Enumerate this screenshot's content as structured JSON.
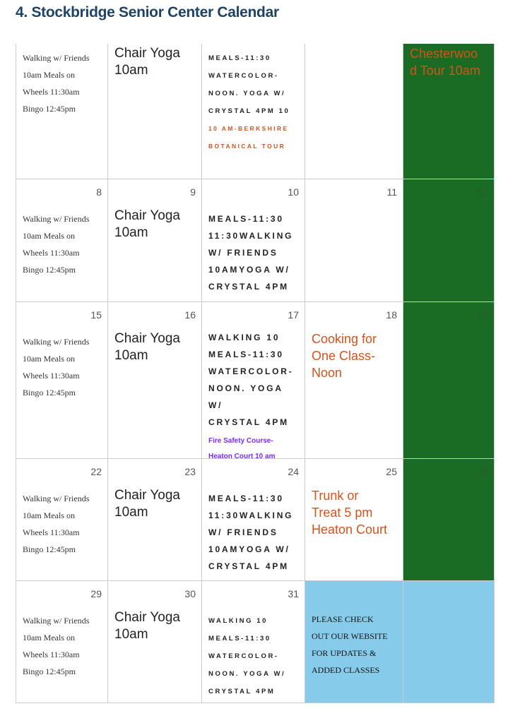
{
  "title": "4. Stockbridge Senior Center Calendar",
  "colors": {
    "weekend_green": "#1a6b23",
    "notice_blue": "#87cbeb",
    "title": "#1d4467",
    "orange": "#d0541c",
    "purple": "#7a2cf5"
  },
  "weeks": [
    {
      "cells": [
        {
          "day": "",
          "style": "serif",
          "lines": [
            "Walking w/ Friends",
            "10am Meals on",
            "Wheels 11:30am",
            "Bingo 12:45pm"
          ]
        },
        {
          "day": "",
          "style": "yoga",
          "lines": [
            "Chair Yoga",
            "10am"
          ]
        },
        {
          "day": "",
          "style": "caps",
          "lines": [
            "MEALS-11:30",
            "WATERCOLOR-",
            "NOON. YOGA W/",
            "CRYSTAL 4PM 10"
          ],
          "extra_style": "capsor",
          "extra": [
            "10 AM-BERKSHIRE",
            "BOTANICAL TOUR"
          ]
        },
        {
          "day": "",
          "style": "serif",
          "lines": []
        },
        {
          "day": "",
          "style": "orange",
          "bg": "green",
          "lines": [
            "Chesterwoo",
            "d Tour 10am"
          ]
        }
      ]
    },
    {
      "cells": [
        {
          "day": "8",
          "style": "serif",
          "lines": [
            "Walking w/ Friends",
            "10am Meals on",
            "Wheels 11:30am",
            "Bingo 12:45pm"
          ]
        },
        {
          "day": "9",
          "style": "yoga",
          "lines": [
            "Chair Yoga",
            "10am"
          ]
        },
        {
          "day": "10",
          "style": "capsbig",
          "lines": [
            "MEALS-11:30",
            "11:30WALKING",
            "W/ FRIENDS",
            "10AMYOGA W/",
            "CRYSTAL 4PM"
          ]
        },
        {
          "day": "11",
          "style": "serif",
          "lines": []
        },
        {
          "day": "12",
          "style": "serif",
          "bg": "green",
          "lines": []
        }
      ]
    },
    {
      "cells": [
        {
          "day": "15",
          "style": "serif",
          "lines": [
            "Walking w/ Friends",
            "10am Meals on",
            "Wheels 11:30am",
            "Bingo 12:45pm"
          ]
        },
        {
          "day": "16",
          "style": "yoga",
          "lines": [
            "Chair Yoga",
            "10am"
          ]
        },
        {
          "day": "17",
          "style": "capsbig",
          "lines": [
            "WALKING 10",
            "MEALS-11:30",
            "WATERCOLOR-",
            "NOON. YOGA W/",
            "CRYSTAL 4PM"
          ],
          "extra_style": "purple",
          "extra": [
            "Fire Safety Course-",
            "Heaton Court 10 am"
          ]
        },
        {
          "day": "18",
          "style": "orange",
          "lines": [
            "Cooking for",
            "One Class-",
            "Noon"
          ]
        },
        {
          "day": "19",
          "style": "serif",
          "bg": "green",
          "lines": []
        }
      ]
    },
    {
      "cells": [
        {
          "day": "22",
          "style": "serif",
          "lines": [
            "Walking w/ Friends",
            "10am Meals on",
            "Wheels 11:30am",
            "Bingo 12:45pm"
          ]
        },
        {
          "day": "23",
          "style": "yoga",
          "lines": [
            "Chair Yoga",
            "10am"
          ]
        },
        {
          "day": "24",
          "style": "capsbig",
          "lines": [
            "MEALS-11:30",
            "11:30WALKING",
            "W/ FRIENDS",
            "10AMYOGA W/",
            "CRYSTAL 4PM"
          ]
        },
        {
          "day": "25",
          "style": "orange",
          "lines": [
            "Trunk or",
            "Treat 5 pm",
            "Heaton Court"
          ]
        },
        {
          "day": "26",
          "style": "serif",
          "bg": "green",
          "lines": []
        }
      ]
    },
    {
      "cells": [
        {
          "day": "29",
          "style": "serif",
          "lines": [
            "Walking w/ Friends",
            "10am Meals on",
            "Wheels 11:30am",
            "Bingo 12:45pm"
          ]
        },
        {
          "day": "30",
          "style": "yoga",
          "lines": [
            "Chair Yoga",
            "10am"
          ]
        },
        {
          "day": "31",
          "style": "caps",
          "lines": [
            "WALKING 10",
            "MEALS-11:30",
            "WATERCOLOR-",
            "NOON. YOGA W/",
            "CRYSTAL 4PM"
          ]
        },
        {
          "day": "",
          "style": "serifcaps",
          "bg": "blue",
          "lines": [
            "PLEASE CHECK",
            "OUT OUR WEBSITE",
            "FOR UPDATES &",
            "ADDED CLASSES"
          ]
        },
        {
          "day": "",
          "style": "serif",
          "bg": "blue",
          "lines": []
        }
      ]
    }
  ]
}
